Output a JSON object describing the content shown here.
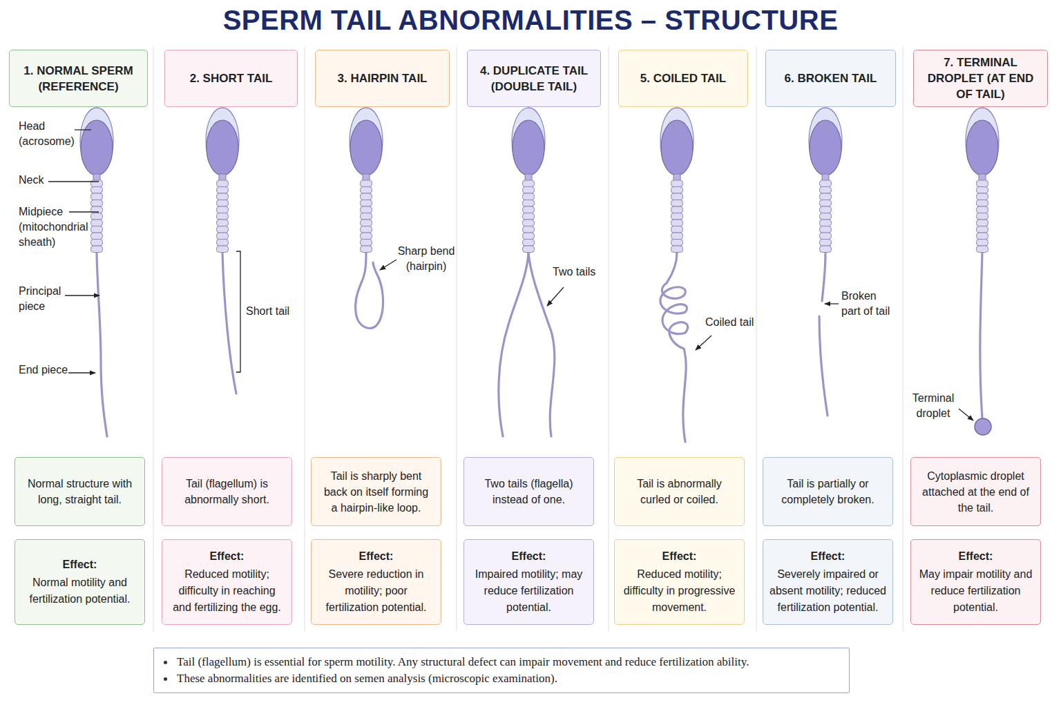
{
  "diagram": {
    "title": "SPERM TAIL ABNORMALITIES – STRUCTURE",
    "nodes": [
      {
        "text": [
          "1. NORMAL SPERM (REFERENCE)"
        ]
      },
      {
        "text": [
          "2. SHORT TAIL"
        ]
      },
      {
        "text": [
          "3. HAIRPIN TAIL"
        ]
      },
      {
        "text": [
          "4. DUPLICATE TAIL (DOUBLE TAIL)"
        ]
      },
      {
        "text": [
          "5. COILED TAIL"
        ]
      },
      {
        "text": [
          "6. BROKEN TAIL"
        ]
      },
      {
        "text": [
          "7. TERMINAL DROPLET (AT END OF TAIL)"
        ]
      },
      {
        "text": [
          "Normal structure with long, straight tail."
        ]
      },
      {
        "text": [
          "Tail (flagellum) is abnormally short."
        ]
      },
      {
        "text": [
          "Tail is sharply bent back on itself forming a hairpin-like loop."
        ]
      },
      {
        "text": [
          "Two tails (flagella) instead of one."
        ]
      },
      {
        "text": [
          "Tail is abnormally curled or coiled."
        ]
      },
      {
        "text": [
          "Tail is partially or completely broken."
        ]
      },
      {
        "text": [
          "Cytoplasmic droplet attached at the end of the tail."
        ]
      },
      {
        "text": [
          "Effect:",
          "Normal motility and fertilization potential."
        ]
      },
      {
        "text": [
          "Effect:",
          "Reduced motility; difficulty in reaching and fertilizing the egg."
        ]
      },
      {
        "text": [
          "Effect:",
          "Severe reduction in motility; poor fertilization potential."
        ]
      },
      {
        "text": [
          "Effect:",
          "Impaired motility; may reduce fertilization potential."
        ]
      },
      {
        "text": [
          "Effect:",
          "Reduced motility; difficulty in progressive movement."
        ]
      },
      {
        "text": [
          "Effect:",
          "Severely impaired or absent motility; reduced fertilization potential."
        ]
      },
      {
        "text": [
          "Effect:",
          "May impair motility and reduce fertilization potential."
        ]
      },
      {
        "text": [
          "Tail (flagellum) is essential for sperm motility. Any structural defect can impair movement and reduce fertilization ability.",
          "These abnormalities are identified on semen analysis (microscopic examination)."
        ]
      }
    ],
    "labels": [
      "Head (acrosome)",
      "Neck",
      "Midpiece (mitochondrial sheath)",
      "Principal piece",
      "End piece",
      "Short tail",
      "Sharp bend (hairpin)",
      "Two tails",
      "Coiled tail",
      "Broken part of tail",
      "Terminal droplet"
    ]
  }
}
